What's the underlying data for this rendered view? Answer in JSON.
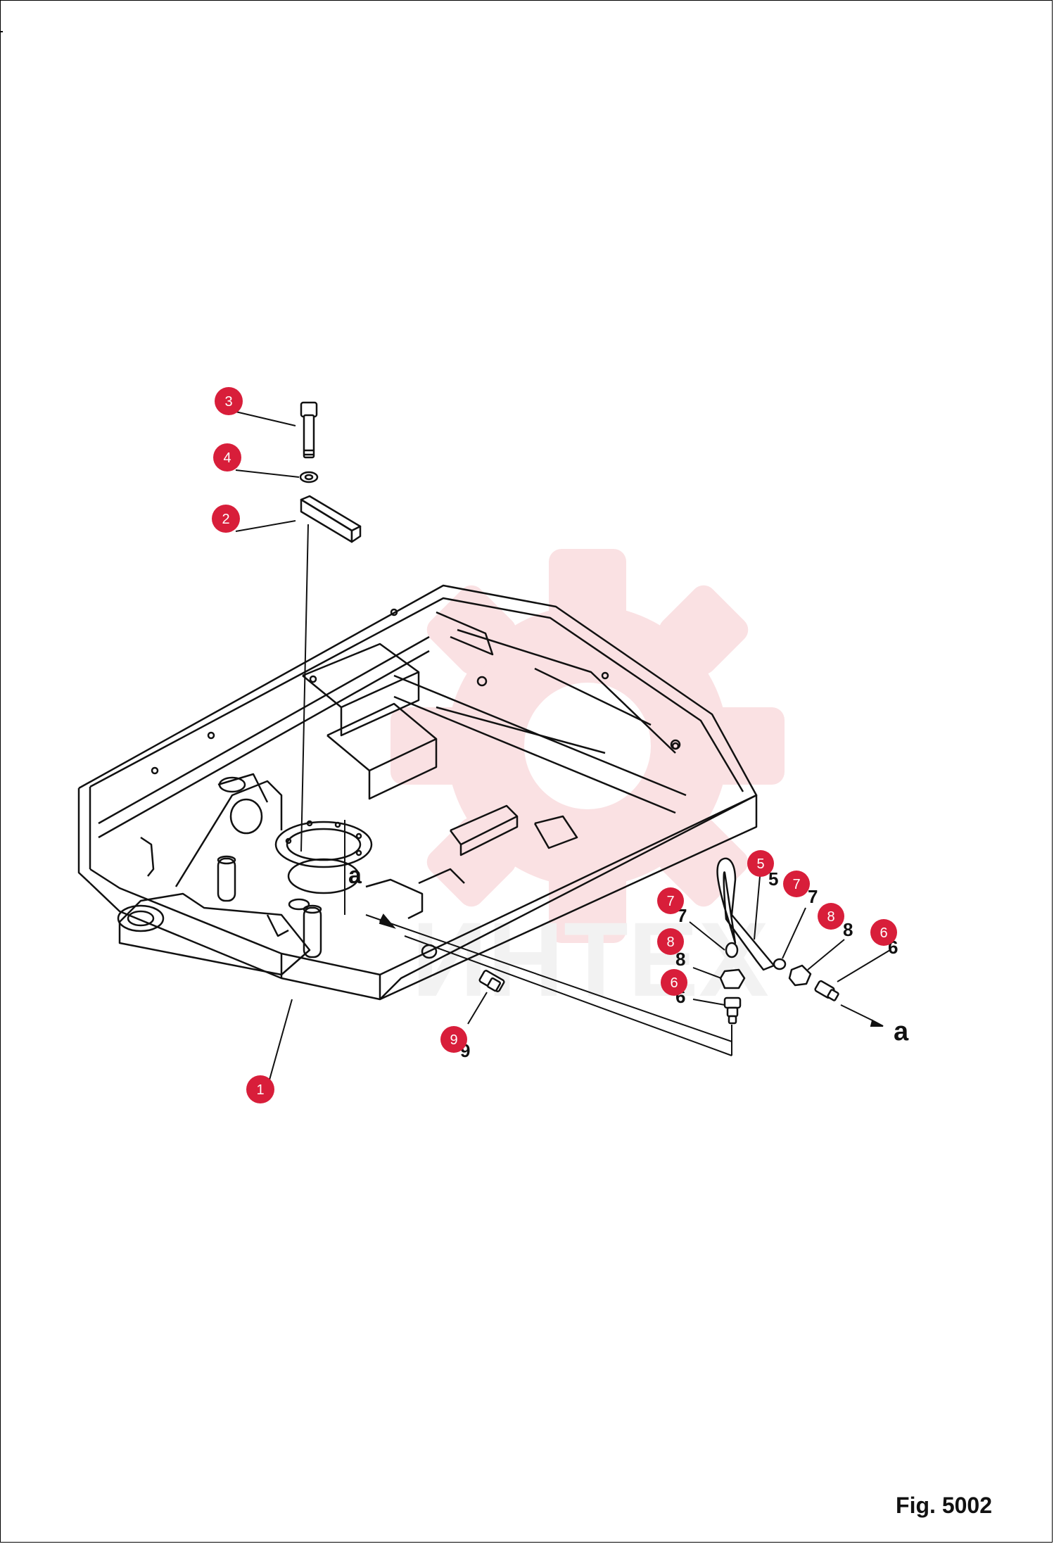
{
  "figure": {
    "label": "Fig. 5002"
  },
  "watermark": {
    "text": "ИНТЕХ",
    "color": "#f4b7bd"
  },
  "callout_color": "#d81e3a",
  "callouts": [
    {
      "id": "c3",
      "num": "3"
    },
    {
      "id": "c4",
      "num": "4"
    },
    {
      "id": "c2",
      "num": "2"
    },
    {
      "id": "c5",
      "num": "5"
    },
    {
      "id": "c7a",
      "num": "7"
    },
    {
      "id": "c7b",
      "num": "7"
    },
    {
      "id": "c8a",
      "num": "8"
    },
    {
      "id": "c8b",
      "num": "8"
    },
    {
      "id": "c6a",
      "num": "6"
    },
    {
      "id": "c6b",
      "num": "6"
    },
    {
      "id": "c9",
      "num": "9"
    },
    {
      "id": "c1",
      "num": "1"
    }
  ],
  "printed_numbers": {
    "n5": "5",
    "n7a": "7",
    "n7b": "7",
    "n8a": "8",
    "n8b": "8",
    "n6a": "6",
    "n6b": "6",
    "n9": "9"
  },
  "ref_marks": {
    "center": "a",
    "right": "a"
  }
}
